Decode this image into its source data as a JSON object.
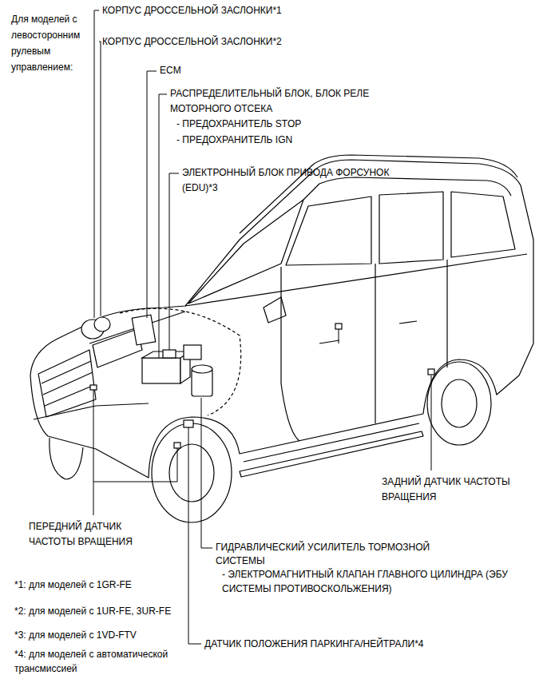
{
  "diagram": {
    "labels": [
      "Для моделей с левосторонним рулевым управлением:",
      "КОРПУС ДРОССЕЛЬНОЙ ЗАСЛОНКИ*1",
      "КОРПУС ДРОССЕЛЬНОЙ ЗАСЛОНКИ*2",
      "ECM",
      "РАСПРЕДЕЛИТЕЛЬНЫЙ БЛОК, БЛОК РЕЛЕ МОТОРНОГО ОТСЕКА",
      "- ПРЕДОХРАНИТЕЛЬ STOP",
      "- ПРЕДОХРАНИТЕЛЬ IGN",
      "ЭЛЕКТРОННЫЙ БЛОК ПРИВОДА ФОРСУНОК (EDU)*3",
      "ЗАДНИЙ ДАТЧИК ЧАСТОТЫ ВРАЩЕНИЯ",
      "ПЕРЕДНИЙ ДАТЧИК ЧАСТОТЫ ВРАЩЕНИЯ",
      "ГИДРАВЛИЧЕСКИЙ УСИЛИТЕЛЬ ТОРМОЗНОЙ СИСТЕМЫ",
      "- ЭЛЕКТРОМАГНИТНЫЙ КЛАПАН ГЛАВНОГО ЦИЛИНДРА (ЭБУ СИСТЕМЫ ПРОТИВОСКОЛЬЖЕНИЯ)",
      "*1: для моделей с 1GR-FE",
      "*2: для моделей с 1UR-FE, 3UR-FE",
      "*3: для моделей с 1VD-FTV",
      "*4: для моделей с автоматической трансмиссией",
      "ДАТЧИК ПОЛОЖЕНИЯ ПАРКИНГА/НЕЙТРАЛИ*4"
    ]
  }
}
